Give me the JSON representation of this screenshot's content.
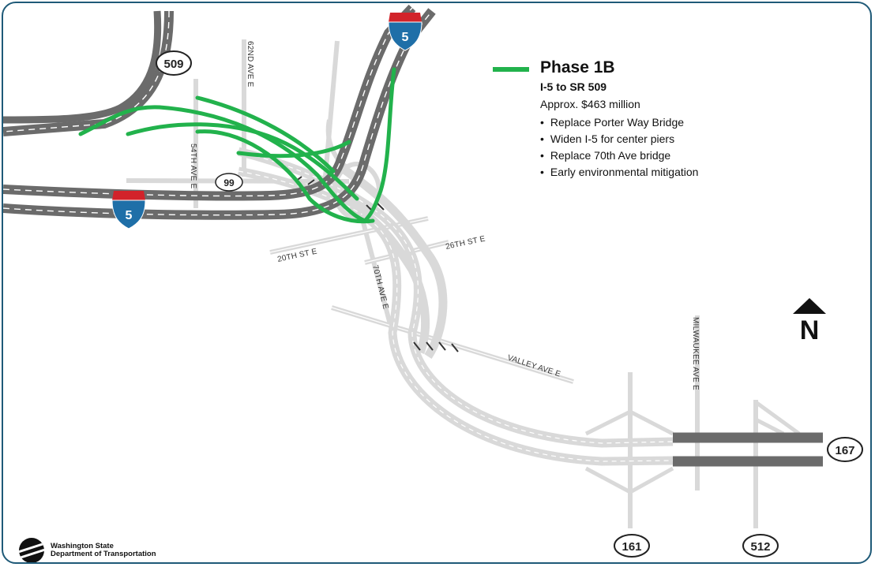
{
  "legend": {
    "color": "#22b24c",
    "title": "Phase 1B",
    "subtitle": "I-5 to SR 509",
    "cost": "Approx. $463 million",
    "items": [
      "Replace Porter Way Bridge",
      "Widen I-5 for center piers",
      "Replace 70th Ave bridge",
      "Early environmental mitigation"
    ]
  },
  "shields": {
    "i5_top": "5",
    "i5_left": "5",
    "sr509": "509",
    "sr99": "99",
    "sr167": "167",
    "sr161": "161",
    "sr512": "512"
  },
  "streets": {
    "ave62": "62ND AVE E",
    "ave54": "54TH AVE E",
    "st20": "20TH ST E",
    "st26": "26TH ST E",
    "ave70": "70TH AVE E",
    "valley": "VALLEY AVE E",
    "milwaukee": "MILWAUKEE AVE E"
  },
  "north": "N",
  "agency": {
    "line1": "Washington State",
    "line2": "Department of Transportation"
  },
  "colors": {
    "existing_highway": "#6b6b6b",
    "proposed_road": "#d9d9d9",
    "phase_1b": "#22b24c",
    "frame": "#1f5a78",
    "interstate_red": "#d2232a",
    "interstate_blue": "#1f6fa8"
  }
}
